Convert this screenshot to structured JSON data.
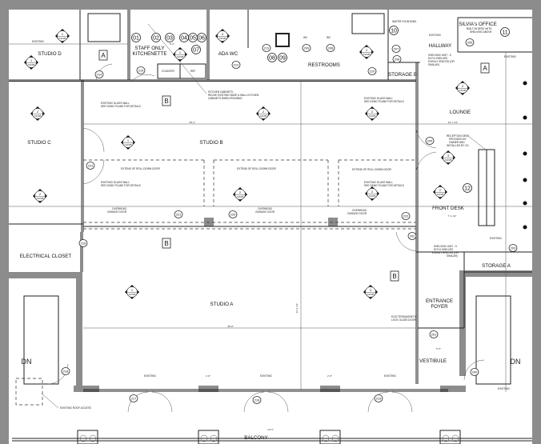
{
  "rooms": {
    "studio_d": "STUDIO D",
    "kitchenette_1": "STAFF ONLY",
    "kitchenette_2": "KITCHENETTE",
    "ada_wc": "ADA WC",
    "restrooms": "RESTROOMS",
    "storage_b": "STORAGE B",
    "hallway": "HALLWAY",
    "silvias_office": "SILVIA's OFFICE",
    "lounge": "LOUNGE",
    "studio_c": "STUDIO C",
    "studio_b": "STUDIO B",
    "front_desk": "FRONT DESK",
    "electrical_closet": "ELECTRICAL CLOSET",
    "studio_a": "STUDIO A",
    "entrance_foyer_1": "ENTRANCE",
    "entrance_foyer_2": "FOYER",
    "storage_a": "STORAGE A",
    "vestibule": "VESTIBULE",
    "balcony": "BALCONY"
  },
  "stairs": {
    "down_label": "DN"
  },
  "fixtures": {
    "counter": "COUNTER",
    "ref": "REF",
    "water_fountains": "WATER FOUNTAINS",
    "wc": "WC"
  },
  "notes": {
    "kitchen_cabinets_1": "KITCHEN CABINETS:",
    "kitchen_cabinets_2": "REUSE EXISTING BASE & WALL KITCHEN",
    "kitchen_cabinets_3": "CABINETS WHEN FEASIBLE.",
    "glass_wall_1": "EXISTING GLASS WALL",
    "glass_wall_2": "SEE DEMO PLANS FOR DETAILS",
    "roll_down": "EXTEND OF ROLL DOWN DOOR",
    "garage_1": "OVERHEAD",
    "garage_2": "GARAGE DOOR",
    "reception_1": "RECEPTION DESK",
    "reception_2": "PROVIDED BY",
    "reception_3": "OWNER AND",
    "reception_4": "INSTALLED BY GC",
    "shelving_1": "SHELVING UNIT - 5",
    "shelving_2": "5'LF/4 SHELVES",
    "shelving_3": "EVENLY SPACED (OR",
    "shelving_4": "SIMILAR)",
    "maglock_1": "ELECTROMAGNETIC",
    "maglock_2": "LOCK GLASS DOOR",
    "desk_1": "BUILT-IN DESK WITH",
    "desk_2": "SHELVING ABOVE",
    "roof_access": "EXISTING ROOF ACCESS",
    "existing": "EXISTING"
  },
  "dimensions": {
    "studio_b_width": "28'-4\"",
    "studio_a_width": "48'-8\"",
    "lounge_width": "10'-7 1/2\"",
    "front_desk_width": "7'-1 1/2\"",
    "door_2_8": "2'-8\"",
    "balcony_width": "10'-6\"",
    "kitchen_width": "8'-0\"",
    "foyer_width": "5'-0\"",
    "studio_a_depth": "22'-6 1/2\""
  },
  "door_tags": [
    "214",
    "215",
    "212",
    "211",
    "209",
    "208",
    "210",
    "207",
    "206",
    "205",
    "204",
    "223",
    "221",
    "220",
    "222",
    "216",
    "202",
    "203",
    "201",
    "200",
    "218",
    "217",
    "218",
    "219"
  ],
  "item_callouts": [
    "01",
    "02",
    "03",
    "04",
    "05",
    "06",
    "07",
    "08",
    "09",
    "10",
    "11",
    "12"
  ],
  "section_markers": [
    "A",
    "A",
    "B",
    "B",
    "B"
  ],
  "elevation_markers": [
    {
      "num": "1",
      "sheet": "A300B"
    },
    {
      "num": "4",
      "sheet": "A300B"
    },
    {
      "num": "1",
      "sheet": "A300B"
    },
    {
      "num": "1",
      "sheet": "A300B"
    },
    {
      "num": "1",
      "sheet": "A300B"
    },
    {
      "num": "2",
      "sheet": "A300B"
    },
    {
      "num": "2",
      "sheet": "A300B"
    },
    {
      "num": "2",
      "sheet": "A300B"
    },
    {
      "num": "2",
      "sheet": "A300B"
    },
    {
      "num": "1",
      "sheet": "A300B"
    },
    {
      "num": "2",
      "sheet": "A300B"
    },
    {
      "num": "2",
      "sheet": "A300B"
    },
    {
      "num": "2",
      "sheet": "A300B"
    },
    {
      "num": "3",
      "sheet": "A300B"
    },
    {
      "num": "2",
      "sheet": "A300B"
    },
    {
      "num": "1",
      "sheet": "A300B"
    },
    {
      "num": "3",
      "sheet": "A300B"
    }
  ],
  "colors": {
    "wall": "#8c8c8c",
    "line": "#222222"
  }
}
